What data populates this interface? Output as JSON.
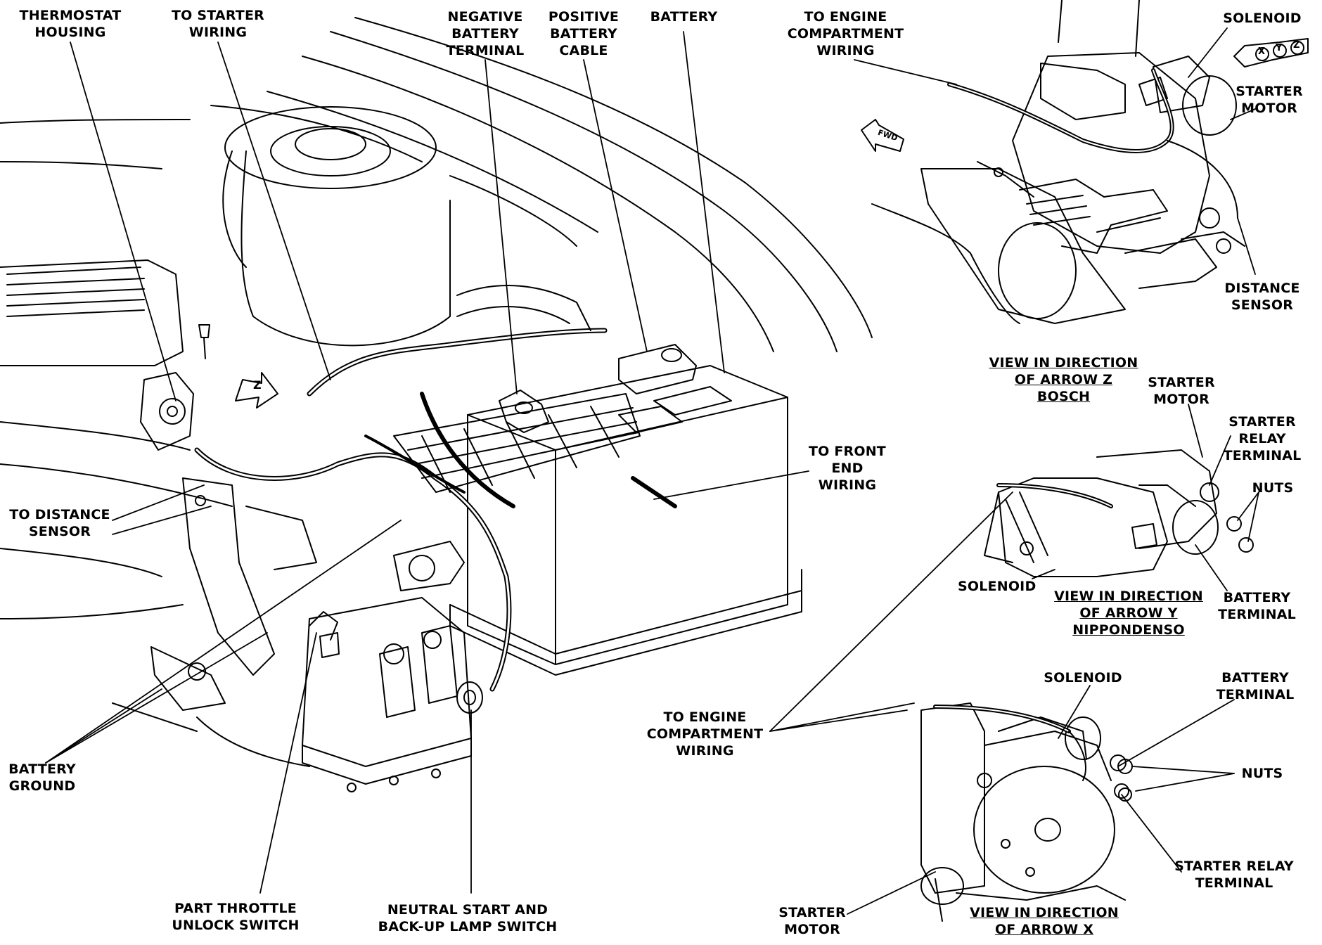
{
  "labels": {
    "thermostat_housing": [
      "THERMOSTAT",
      "HOUSING"
    ],
    "to_starter_wiring": [
      "TO STARTER",
      "WIRING"
    ],
    "negative_battery_terminal": [
      "NEGATIVE",
      "BATTERY",
      "TERMINAL"
    ],
    "positive_battery_cable": [
      "POSITIVE",
      "BATTERY",
      "CABLE"
    ],
    "battery": [
      "BATTERY"
    ],
    "to_engine_compartment_wiring_top": [
      "TO ENGINE",
      "COMPARTMENT",
      "WIRING"
    ],
    "solenoid_top": [
      "SOLENOID"
    ],
    "starter_motor_top": [
      "STARTER",
      "MOTOR"
    ],
    "distance_sensor": [
      "DISTANCE",
      "SENSOR"
    ],
    "view_z": [
      "VIEW IN DIRECTION",
      "OF ARROW Z",
      "BOSCH"
    ],
    "starter_motor_mid": [
      "STARTER",
      "MOTOR"
    ],
    "starter_relay_terminal_mid": [
      "STARTER",
      "RELAY",
      "TERMINAL"
    ],
    "nuts_mid": [
      "NUTS"
    ],
    "to_front_end_wiring": [
      "TO FRONT",
      "END",
      "WIRING"
    ],
    "to_distance_sensor": [
      "TO DISTANCE",
      "SENSOR"
    ],
    "solenoid_mid": [
      "SOLENOID"
    ],
    "view_y": [
      "VIEW IN DIRECTION",
      "OF ARROW Y",
      "NIPPONDENSO"
    ],
    "battery_terminal_mid": [
      "BATTERY",
      "TERMINAL"
    ],
    "solenoid_bottom": [
      "SOLENOID"
    ],
    "battery_terminal_bottom": [
      "BATTERY",
      "TERMINAL"
    ],
    "to_engine_compartment_wiring_mid": [
      "TO ENGINE",
      "COMPARTMENT",
      "WIRING"
    ],
    "nuts_bottom": [
      "NUTS"
    ],
    "battery_ground": [
      "BATTERY",
      "GROUND"
    ],
    "starter_relay_terminal_bottom": [
      "STARTER RELAY",
      "TERMINAL"
    ],
    "part_throttle_unlock_switch": [
      "PART THROTTLE",
      "UNLOCK SWITCH"
    ],
    "neutral_start_switch": [
      "NEUTRAL START AND",
      "BACK-UP LAMP SWITCH"
    ],
    "starter_motor_bottom": [
      "STARTER",
      "MOTOR"
    ],
    "view_x": [
      "VIEW IN DIRECTION",
      "OF ARROW X"
    ]
  },
  "tags": {
    "arrow_z": "Z",
    "arrow_xyz": [
      "X",
      "Y",
      "Z"
    ],
    "fwd": "FWD"
  }
}
